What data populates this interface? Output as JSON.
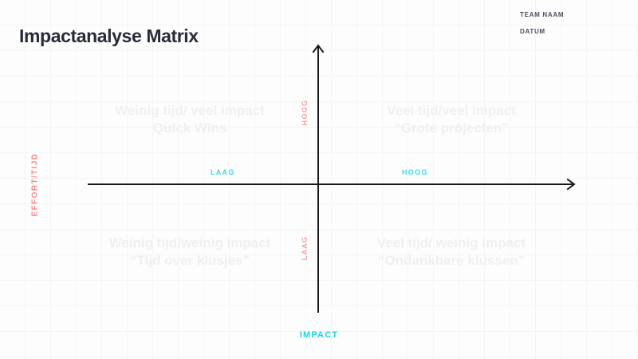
{
  "title": "Impactanalyse Matrix",
  "meta": {
    "team_label": "TEAM NAAM",
    "date_label": "DATUM"
  },
  "axes": {
    "y_title": "EFFORT/TIJD",
    "x_title": "IMPACT",
    "x_ticks": {
      "low": "LAAG",
      "high": "HOOG"
    },
    "y_ticks": {
      "low": "LAAG",
      "high": "HOOG"
    }
  },
  "quadrants": {
    "top_left": {
      "line1": "Weinig tijd/ veel impact",
      "line2": "Quick Wins"
    },
    "top_right": {
      "line1": "Veel tijd/veel impact",
      "line2": "“Grote projecten”"
    },
    "bottom_left": {
      "line1": "Weinig tijd/weinig impact",
      "line2": "“Tijd over klusjes”"
    },
    "bottom_right": {
      "line1": "Veel tijd/ weinig impact",
      "line2": "“Ondankbare klussen”"
    }
  },
  "colors": {
    "title": "#272c38",
    "axis": "#17181c",
    "effort_pink": "#f98a8a",
    "impact_cyan": "#1fd4e3",
    "quadrant_text": "#f0f0f2",
    "grid": "#f4f5f7",
    "background": "#fdfdfd"
  }
}
